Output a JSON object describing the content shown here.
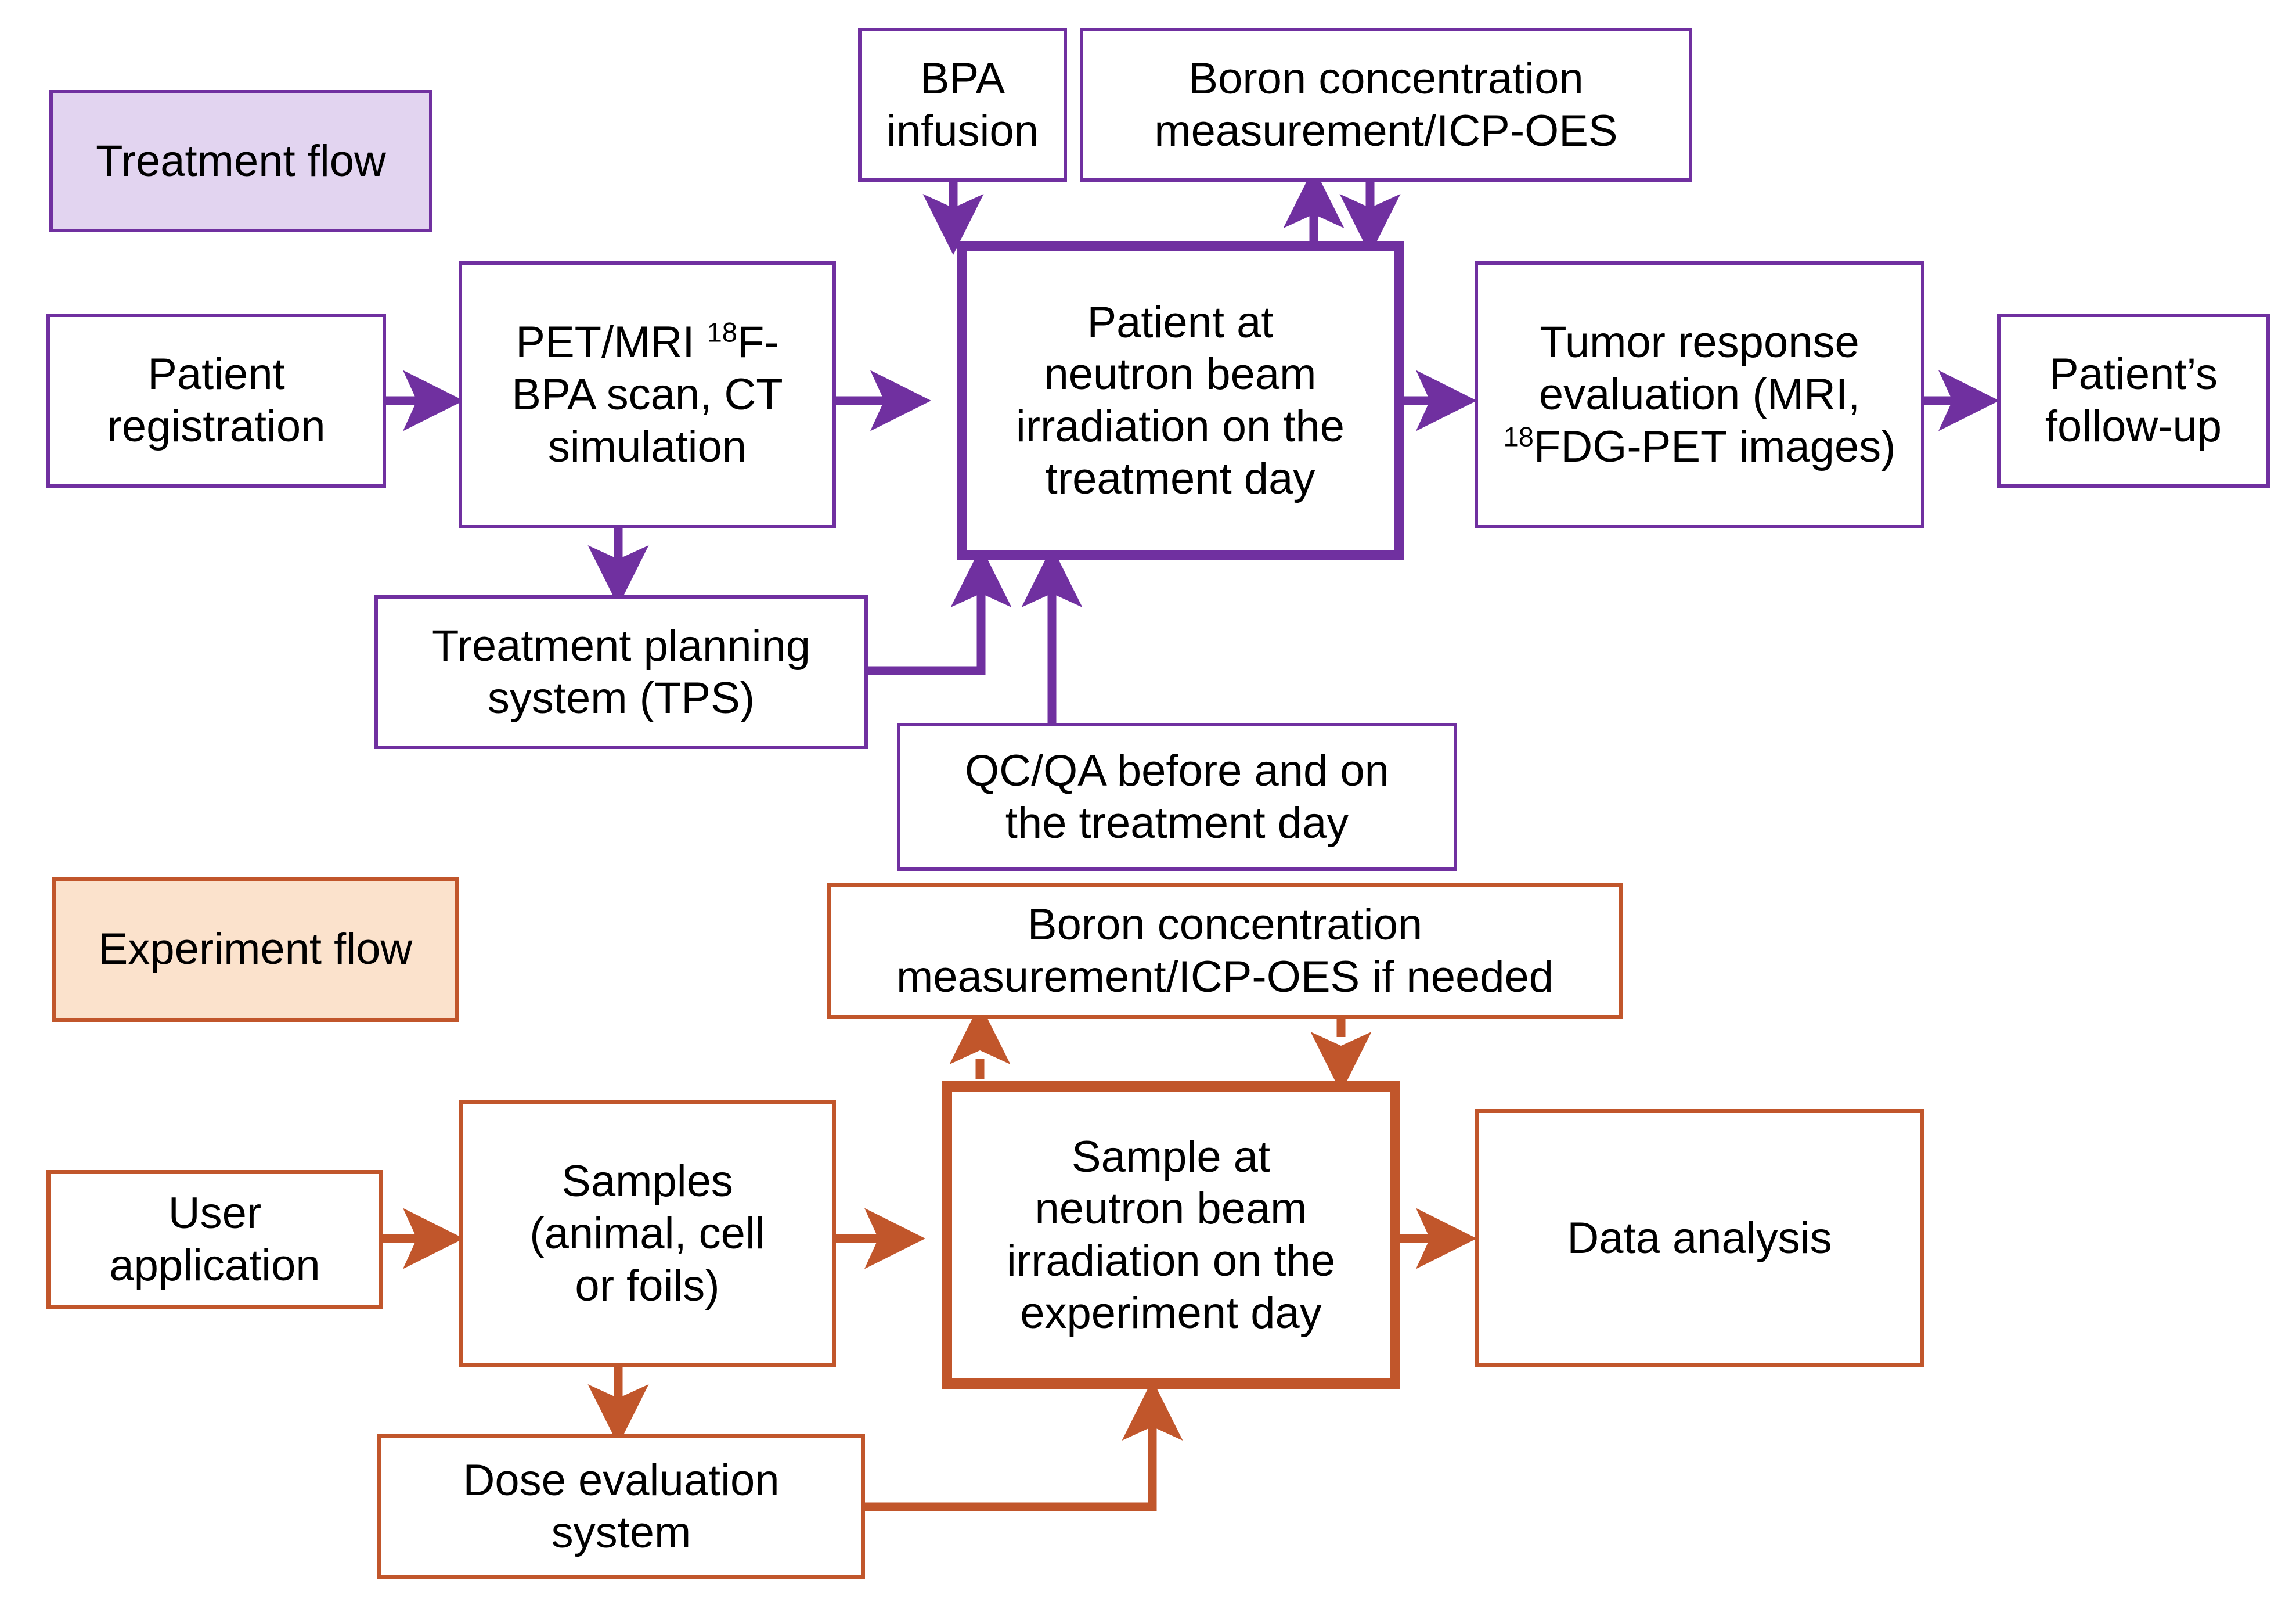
{
  "diagram": {
    "title_visible": false,
    "colors": {
      "treatment_accent": "#7030A0",
      "treatment_legend_fill": "#E2D4F0",
      "experiment_accent": "#C1562B",
      "experiment_legend_fill": "#FBE2CC",
      "node_fill": "#FFFFFF",
      "text": "#000000"
    },
    "legends": [
      {
        "id": "treatment-flow",
        "label": "Treatment flow"
      },
      {
        "id": "experiment-flow",
        "label": "Experiment flow"
      }
    ],
    "treatment_flow": {
      "nodes": [
        {
          "id": "patient-registration",
          "label": "Patient\nregistration"
        },
        {
          "id": "pet-mri-scan",
          "label": "PET/MRI 18F-BPA scan, CT simulation",
          "label_parts": [
            "PET/MRI ",
            "18",
            "F-BPA scan, CT simulation"
          ]
        },
        {
          "id": "bpa-infusion",
          "label": "BPA\ninfusion"
        },
        {
          "id": "boron-concentration-measurement",
          "label": "Boron concentration measurement/ICP-OES"
        },
        {
          "id": "patient-irradiation",
          "label": "Patient at neutron beam irradiation on the treatment day",
          "emphasis": true
        },
        {
          "id": "tumor-response-evaluation",
          "label": "Tumor response evaluation (MRI, 18FDG-PET images)",
          "label_parts": [
            "Tumor response evaluation (MRI, ",
            "18",
            "FDG-PET images)"
          ]
        },
        {
          "id": "patient-follow-up",
          "label": "Patient’s\nfollow-up"
        },
        {
          "id": "treatment-planning-system",
          "label": "Treatment planning system (TPS)"
        },
        {
          "id": "qc-qa",
          "label": "QC/QA before and on the treatment day"
        }
      ],
      "edges": [
        {
          "from": "patient-registration",
          "to": "pet-mri-scan",
          "style": "solid",
          "direction": "right"
        },
        {
          "from": "pet-mri-scan",
          "to": "patient-irradiation",
          "style": "solid",
          "direction": "right"
        },
        {
          "from": "pet-mri-scan",
          "to": "treatment-planning-system",
          "style": "solid",
          "direction": "down"
        },
        {
          "from": "bpa-infusion",
          "to": "patient-irradiation",
          "style": "solid",
          "direction": "down"
        },
        {
          "from": "patient-irradiation",
          "to": "boron-concentration-measurement",
          "style": "solid",
          "direction": "up"
        },
        {
          "from": "boron-concentration-measurement",
          "to": "patient-irradiation",
          "style": "solid",
          "direction": "down"
        },
        {
          "from": "patient-irradiation",
          "to": "tumor-response-evaluation",
          "style": "solid",
          "direction": "right"
        },
        {
          "from": "tumor-response-evaluation",
          "to": "patient-follow-up",
          "style": "solid",
          "direction": "right"
        },
        {
          "from": "treatment-planning-system",
          "to": "patient-irradiation",
          "style": "solid",
          "direction": "right-then-up"
        },
        {
          "from": "qc-qa",
          "to": "patient-irradiation",
          "style": "solid",
          "direction": "up"
        }
      ]
    },
    "experiment_flow": {
      "nodes": [
        {
          "id": "user-application",
          "label": "User\napplication"
        },
        {
          "id": "samples",
          "label": "Samples (animal, cell or foils)"
        },
        {
          "id": "boron-concentration-if-needed",
          "label": "Boron concentration measurement/ICP-OES if needed"
        },
        {
          "id": "sample-irradiation",
          "label": "Sample at neutron beam irradiation on the experiment day",
          "emphasis": true
        },
        {
          "id": "data-analysis",
          "label": "Data analysis"
        },
        {
          "id": "dose-evaluation-system",
          "label": "Dose evaluation system"
        }
      ],
      "edges": [
        {
          "from": "user-application",
          "to": "samples",
          "style": "solid",
          "direction": "right"
        },
        {
          "from": "samples",
          "to": "sample-irradiation",
          "style": "solid",
          "direction": "right"
        },
        {
          "from": "samples",
          "to": "dose-evaluation-system",
          "style": "solid",
          "direction": "down"
        },
        {
          "from": "sample-irradiation",
          "to": "boron-concentration-if-needed",
          "style": "dashed",
          "direction": "up"
        },
        {
          "from": "boron-concentration-if-needed",
          "to": "sample-irradiation",
          "style": "dashed",
          "direction": "down"
        },
        {
          "from": "sample-irradiation",
          "to": "data-analysis",
          "style": "solid",
          "direction": "right"
        },
        {
          "from": "dose-evaluation-system",
          "to": "sample-irradiation",
          "style": "solid",
          "direction": "right-then-up"
        }
      ]
    }
  }
}
